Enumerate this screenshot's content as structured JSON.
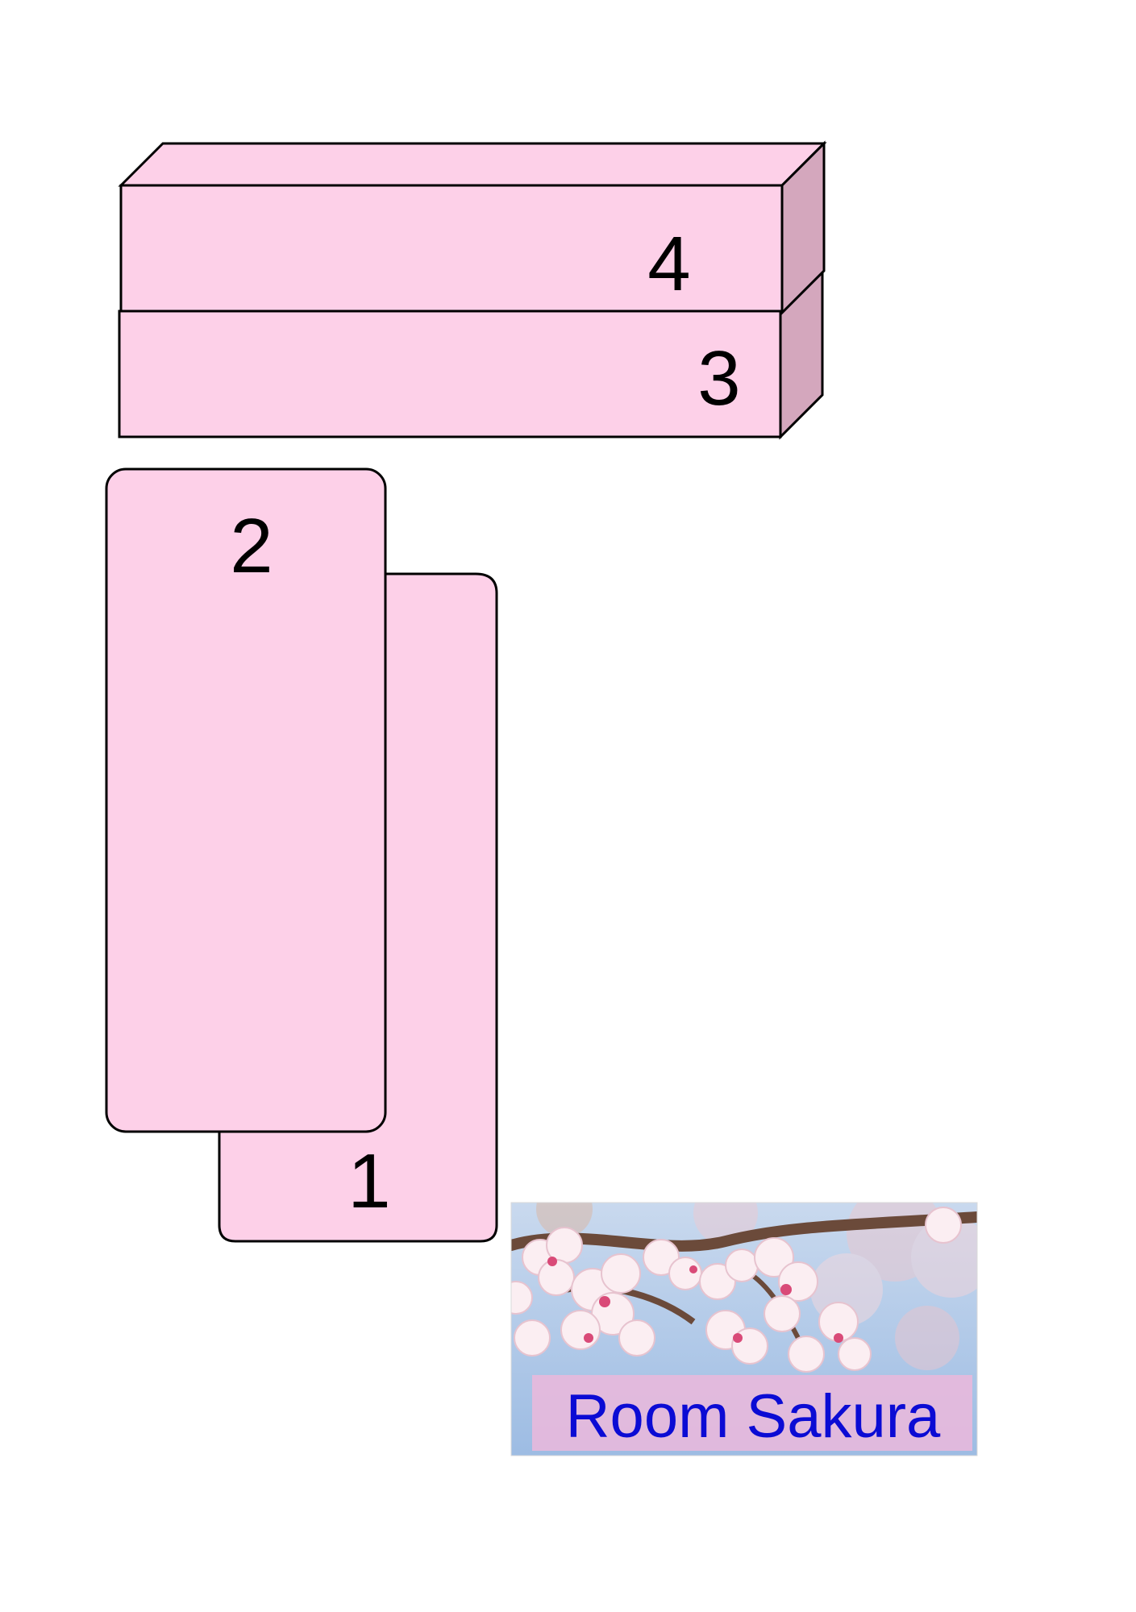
{
  "colors": {
    "table_fill": "#fdd0e8",
    "table_side": "#d4a7bd",
    "table_stroke": "#000000",
    "label_text": "#0b0bd4",
    "label_band": "#e9b8dc",
    "sky": "#a9c4e4"
  },
  "tables": [
    {
      "id": "1",
      "label": "1"
    },
    {
      "id": "2",
      "label": "2"
    },
    {
      "id": "3",
      "label": "3"
    },
    {
      "id": "4",
      "label": "4"
    }
  ],
  "room_sign": {
    "label": "Room Sakura",
    "image": "cherry-blossom-photo"
  }
}
